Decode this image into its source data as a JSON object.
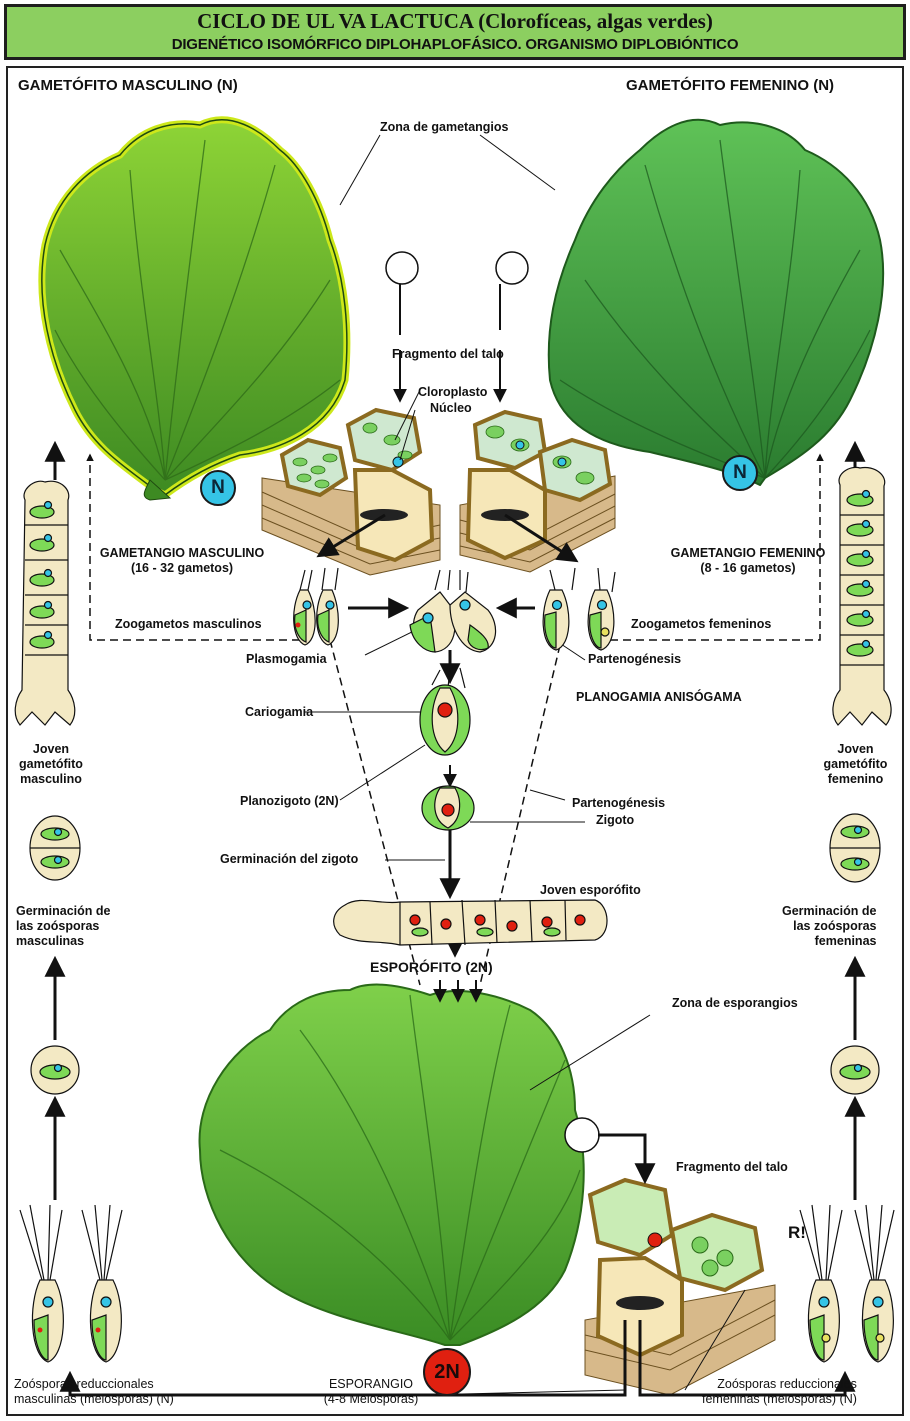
{
  "header": {
    "title": "CICLO DE UL VA LACTUCA (Clorofíceas, algas verdes)",
    "subtitle": "DIGENÉTICO ISOMÓRFICO DIPLOHAPLOFÁSICO. ORGANISMO DIPLOBIÓNTICO"
  },
  "labels": {
    "gam_masc": "GAMETÓFITO MASCULINO (N)",
    "gam_fem": "GAMETÓFITO FEMENINO (N)",
    "zona_gametangios": "Zona de gametangios",
    "fragmento_talo_top": "Fragmento del talo",
    "cloroplasto": "Cloroplasto",
    "nucleo": "Núcleo",
    "gametangio_masc": "GAMETANGIO MASCULINO",
    "gametangio_masc_sub": "(16 - 32 gametos)",
    "gametangio_fem": "GAMETANGIO FEMENINO",
    "gametangio_fem_sub": "(8 - 16 gametos)",
    "zoogametos_masc": "Zoogametos masculinos",
    "zoogametos_fem": "Zoogametos femeninos",
    "plasmogamia": "Plasmogamia",
    "partenogenesis_1": "Partenogénesis",
    "planogamia": "PLANOGAMIA ANISÓGAMA",
    "cariogamia": "Cariogamia",
    "planozigoto": "Planozigoto (2N)",
    "partenogenesis_zigoto_1": "Partenogénesis",
    "partenogenesis_zigoto_2": "Zigoto",
    "germinacion_zigoto": "Germinación del zigoto",
    "joven_esporofito": "Joven esporófito",
    "esporofito": "ESPORÓFITO (2N)",
    "zona_esporangios": "Zona de esporangios",
    "fragmento_talo_bottom": "Fragmento del talo",
    "r_mark": "R!",
    "joven_gam_masc_1": "Joven",
    "joven_gam_masc_2": "gametófito",
    "joven_gam_masc_3": "masculino",
    "joven_gam_fem_1": "Joven",
    "joven_gam_fem_2": "gametófito",
    "joven_gam_fem_3": "femenino",
    "germ_masc_1": "Germinación  de",
    "germ_masc_2": "las zoósporas",
    "germ_masc_3": "masculinas",
    "germ_fem_1": "Germinación de",
    "germ_fem_2": "las zoósporas",
    "germ_fem_3": "femeninas",
    "zoosp_masc_1": "Zoósporas reduccionales",
    "zoosp_masc_2": "masculinas (meiósporas) (N)",
    "zoosp_fem_1": "Zoósporas reduccionales",
    "zoosp_fem_2": "femeninas (meiósporas) (N)",
    "esporangio_1": "ESPORANGIO",
    "esporangio_2": "(4-8 Meiosporas)",
    "badge_n_left": "N",
    "badge_n_right": "N",
    "badge_2n": "2N"
  },
  "colors": {
    "header_bg": "#8ccf60",
    "thallus_male": "#5ea833",
    "thallus_male_edge": "#d8f020",
    "thallus_female": "#3f9a3a",
    "thallus_sporophyte": "#52ac30",
    "nucleus_blue": "#35c4e6",
    "nucleus_red": "#e02010",
    "cell_fill": "#f3e9c4",
    "chloroplast": "#7ed957",
    "cell_wall": "#b08a3c"
  }
}
